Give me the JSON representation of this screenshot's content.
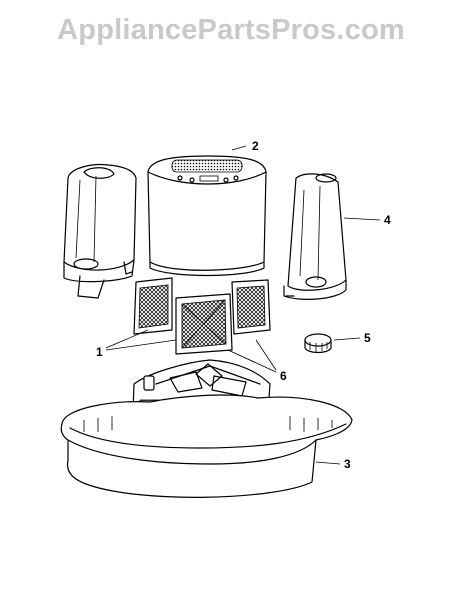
{
  "watermark": "AppliancePartsPros.com",
  "callouts": {
    "c1": "1",
    "c2": "2",
    "c3": "3",
    "c4": "4",
    "c5": "5",
    "c6": "6"
  }
}
